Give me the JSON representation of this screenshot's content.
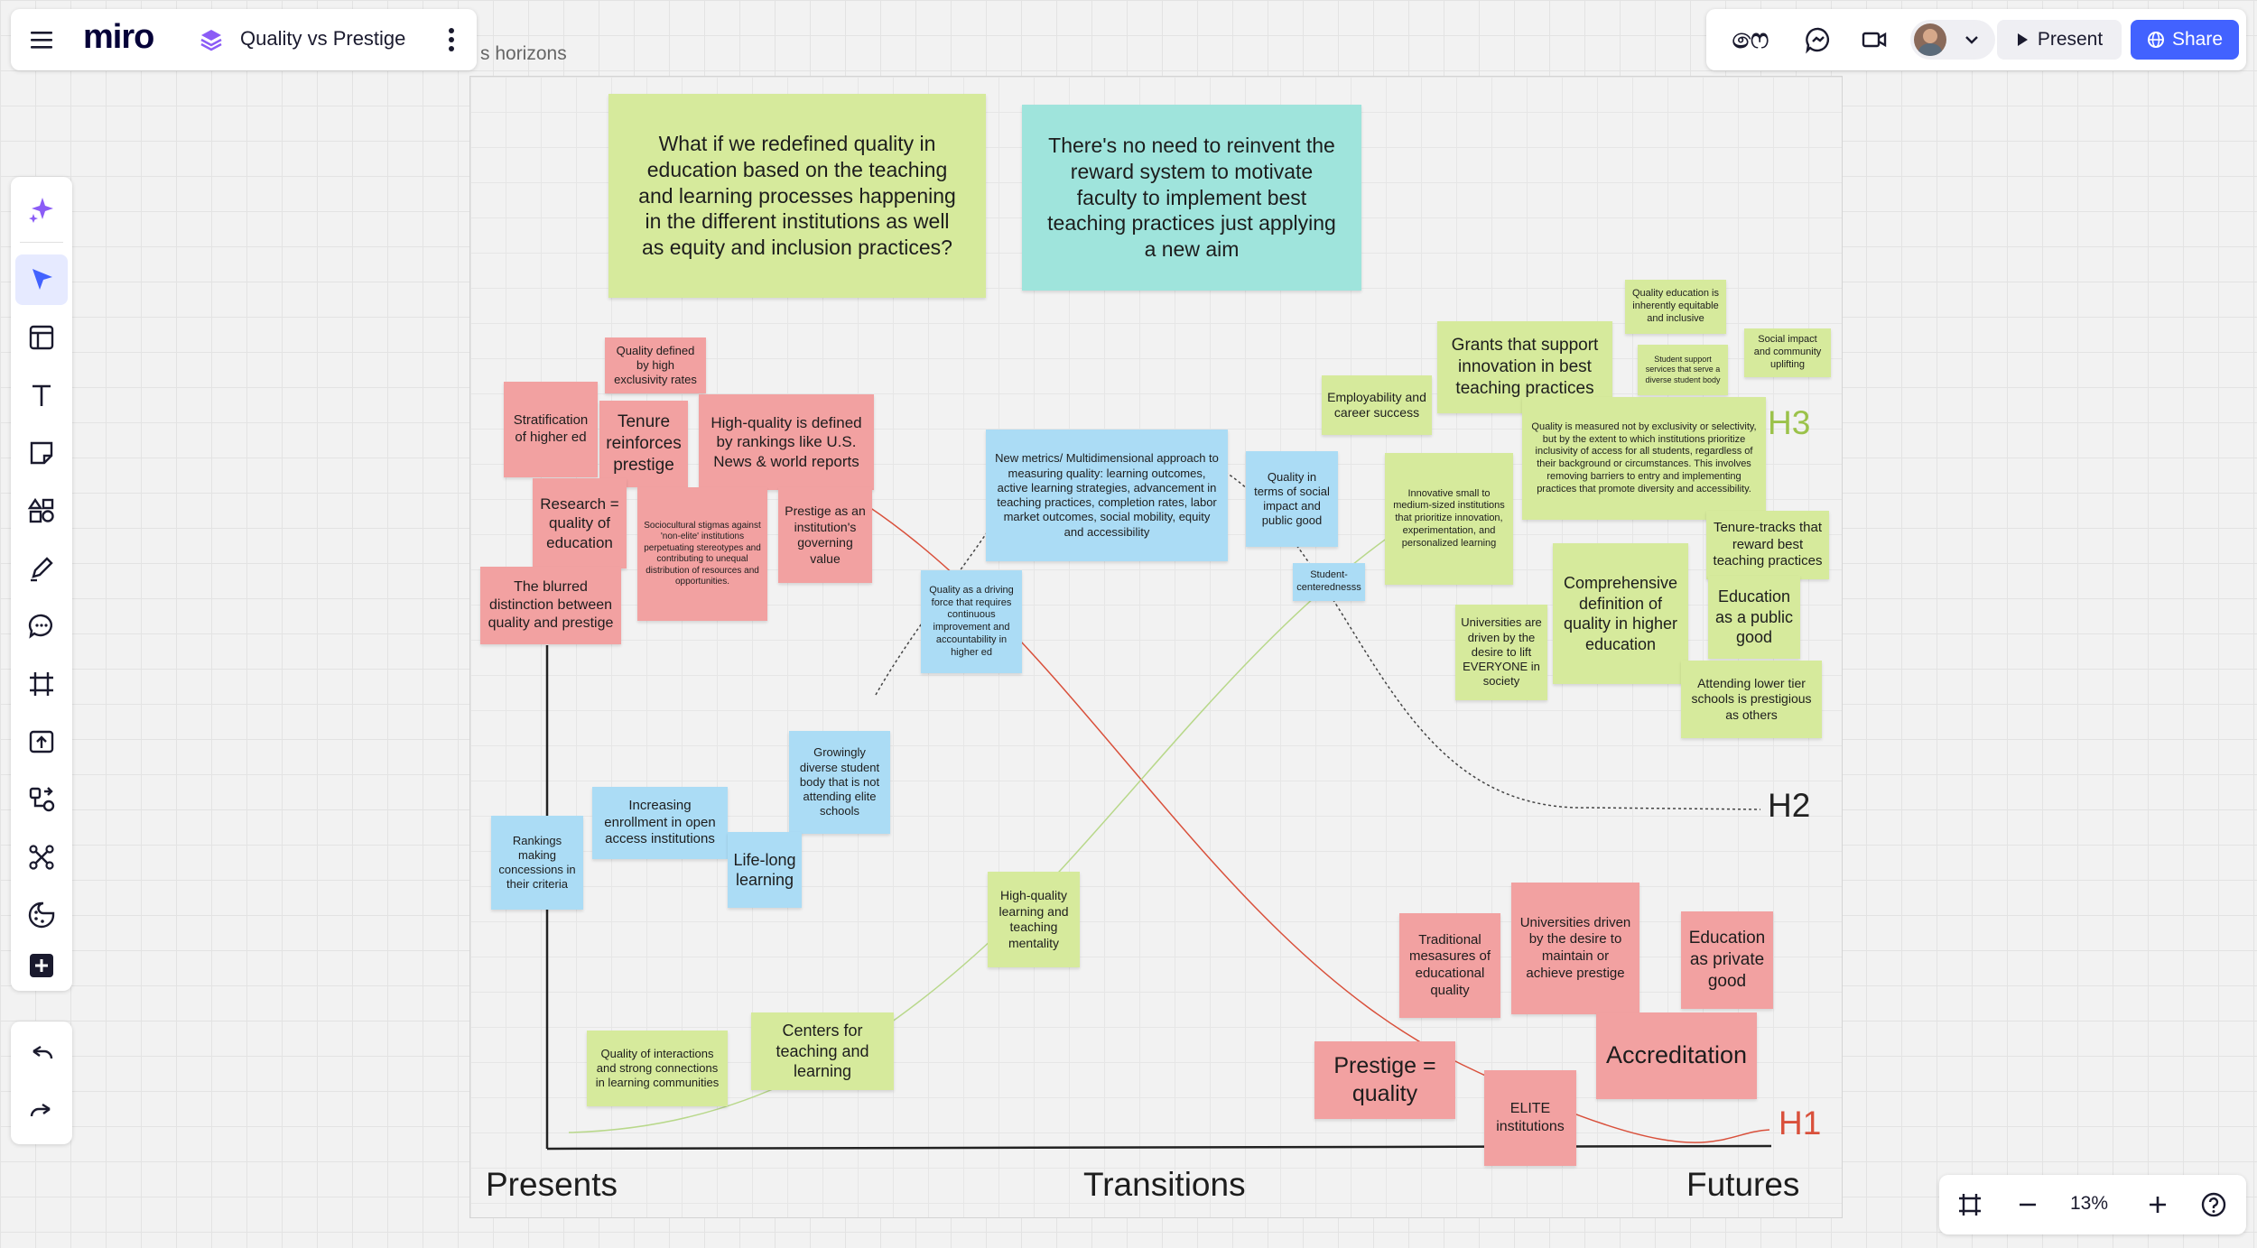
{
  "app": {
    "logo": "miro",
    "board_title": "Quality vs Prestige",
    "frame_label": "s horizons"
  },
  "header_right": {
    "present_label": "Present",
    "share_label": "Share",
    "reactions_label": "ෆෙ"
  },
  "zoom": {
    "level": "13%"
  },
  "toolbar": {
    "tools": [
      "ai-assist-icon",
      "select-tool-icon",
      "templates-icon",
      "text-tool-icon",
      "sticky-note-icon",
      "shapes-icon",
      "pen-icon",
      "comment-icon",
      "frame-icon",
      "upload-icon",
      "diagram-icon",
      "more-apps-icon",
      "stickers-icon",
      "add-icon"
    ],
    "undo_icon": "undo-icon",
    "redo_icon": "redo-icon"
  },
  "board": {
    "question_note": "What if we redefined quality in education based on the teaching and learning processes happening in the different institutions as well as equity and inclusion practices?",
    "answer_note": "There's no need to reinvent  the reward system to motivate faculty to implement best teaching practices just applying a new aim",
    "axis": {
      "presents": "Presents",
      "transitions": "Transitions",
      "futures": "Futures"
    },
    "horizons": {
      "h1": "H1",
      "h2": "H2",
      "h3": "H3"
    },
    "colors": {
      "h1": "#d9503b",
      "h2": "#222222",
      "h3": "#9bc24a"
    },
    "notes": {
      "quality_defined_exclusivity": "Quality defined by high exclusivity rates",
      "stratification": "Stratification of higher ed",
      "tenure_reinforces": "Tenure reinforces prestige",
      "rankings_define": "High-quality is defined by rankings like U.S. News & world reports",
      "research_quality": "Research = quality of education",
      "sociocultural_stigmas": "Sociocultural stigmas against 'non-elite' institutions perpetuating stereotypes and contributing to unequal distribution of resources and opportunities.",
      "prestige_governing": "Prestige as an institution's governing value",
      "blurred_distinction": "The blurred distinction between quality and prestige",
      "new_metrics": "New metrics/ Multidimensional approach to measuring quality: learning outcomes, active learning strategies, advancement in teaching practices, completion rates, labor market outcomes, social mobility, equity and accessibility",
      "quality_driving_force": "Quality as a driving force that requires continuous improvement and accountability in higher ed",
      "quality_social_impact": "Quality in terms of social impact and public good",
      "student_centeredness": "Student-centerednesss",
      "growingly_diverse": "Growingly diverse student body that is not attending elite schools",
      "increasing_enrollment": "Increasing enrollment in open access institutions",
      "rankings_concessions": "Rankings making concessions in their criteria",
      "lifelong_learning": "Life-long learning",
      "high_quality_mentality": "High-quality learning and teaching mentality",
      "centers_teaching": "Centers for teaching and learning",
      "quality_interactions": "Quality of interactions and strong connections in learning communities",
      "employability": "Employability and career success",
      "grants_innovation": "Grants that support innovation in best teaching practices",
      "inherently_equitable": "Quality education is inherently equitable and inclusive",
      "student_support": "Student support services that serve a diverse student body",
      "social_impact_uplifting": "Social impact and community uplifting",
      "quality_measured": "Quality is measured not by exclusivity or selectivity, but by the extent to which institutions prioritize inclusivity of access for all students, regardless of their background or circumstances. This involves removing barriers to entry and implementing practices that promote diversity and accessibility.",
      "innovative_small": "Innovative small to medium-sized institutions that prioritize innovation, experimentation, and personalized learning",
      "tenure_tracks": "Tenure-tracks that reward best teaching practices",
      "comprehensive_definition": "Comprehensive definition of quality in higher education",
      "education_public_good": "Education as a public good",
      "universities_lift_everyone": "Universities are driven by the desire to lift EVERYONE in society",
      "lower_tier": "Attending lower tier schools is prestigious as others",
      "traditional_measures": "Traditional mesasures of educational quality",
      "universities_prestige": "Universities driven by the desire to maintain or achieve prestige",
      "education_private_good": "Education as private good",
      "prestige_quality": "Prestige = quality",
      "accreditation": "Accreditation",
      "elite_institutions": "ELITE institutions"
    }
  }
}
